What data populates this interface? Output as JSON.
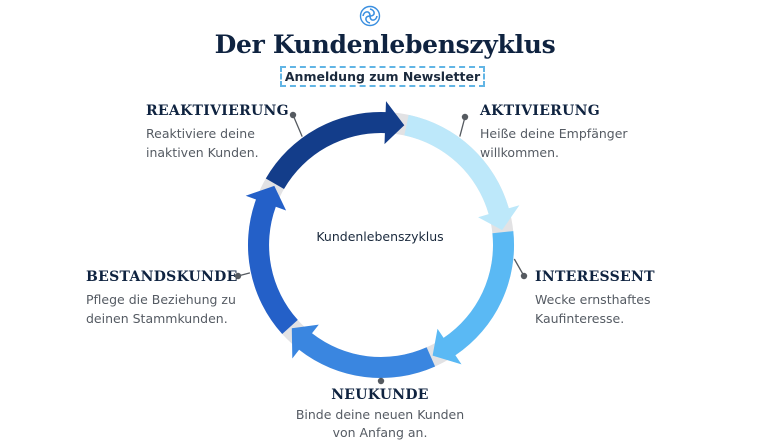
{
  "header": {
    "title": "Der Kundenlebenszyklus",
    "badge": "Anmeldung zum Newsletter",
    "logo_icon": "swirl-logo-icon"
  },
  "center_label": "Kundenlebenszyklus",
  "stages": {
    "reaktivierung": {
      "title": "REAKTIVIERUNG",
      "desc_line1": "Reaktiviere deine",
      "desc_line2": "inaktiven Kunden."
    },
    "aktivierung": {
      "title": "AKTIVIERUNG",
      "desc_line1": "Heiße deine Empfänger",
      "desc_line2": "willkommen."
    },
    "interessent": {
      "title": "INTERESSENT",
      "desc_line1": "Wecke ernsthaftes",
      "desc_line2": "Kaufinteresse."
    },
    "bestandskunde": {
      "title": "BESTANDSKUNDE",
      "desc_line1": "Pflege die Beziehung zu",
      "desc_line2": "deinen Stammkunden."
    },
    "neukunde": {
      "title": "NEUKUNDE",
      "desc_line1": "Binde deine neuen Kunden",
      "desc_line2": "von Anfang an."
    }
  },
  "colors": {
    "title": "#0f2340",
    "badge_border": "#62b5e5",
    "ring_bg": "#e2e2e4",
    "arrow_reaktivierung": "#133d8a",
    "arrow_aktivierung": "#bde8fa",
    "arrow_interessent": "#5ab9f4",
    "arrow_neukunde": "#3a86e0",
    "arrow_bestandskunde": "#2460c8",
    "leader": "#555a60"
  }
}
